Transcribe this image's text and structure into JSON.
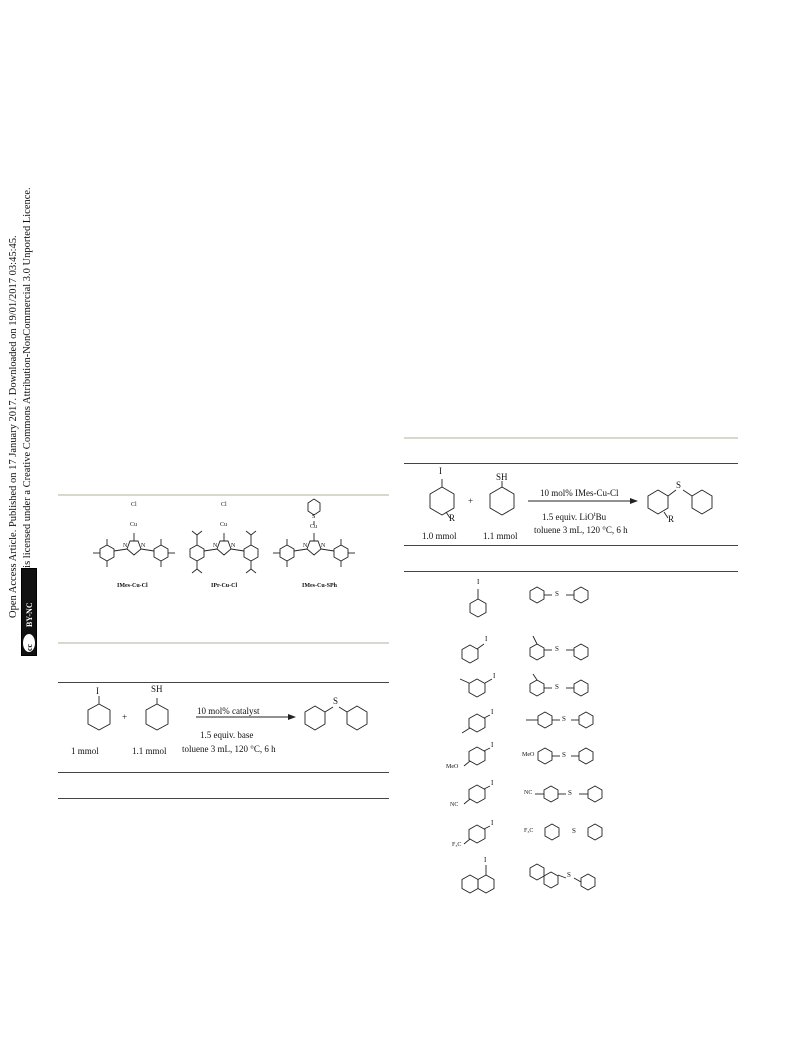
{
  "sidebar": {
    "line1": "Open Access Article. Published on 17 January 2017. Downloaded on 19/01/2017 03:45:45.",
    "line2": "This article is licensed under a Creative Commons Attribution-NonCommercial 3.0 Unported Licence.",
    "badge_cc": "cc",
    "badge_text": "BY-NC"
  },
  "catalysts": {
    "items": [
      {
        "name": "IMes-Cu-Cl",
        "cu": "Cu",
        "x": "Cl"
      },
      {
        "name": "IPr-Cu-Cl",
        "cu": "Cu",
        "x": "Cl"
      },
      {
        "name": "IMes-Cu-SPh",
        "cu": "Cu",
        "x": "S"
      }
    ],
    "n": "N"
  },
  "scheme1": {
    "reagent1_sub": "I",
    "reagent1": "1 mmol",
    "plus": "+",
    "reagent2_sub": "SH",
    "reagent2": "1.1 mmol",
    "above_arrow": "10 mol% catalyst",
    "below_arrow1": "1.5 equiv. base",
    "below_arrow2": "toluene 3 mL, 120 °C, 6 h",
    "product_s": "S"
  },
  "scheme2": {
    "reagent1_sub": "I",
    "reagent1_r": "R",
    "reagent1": "1.0 mmol",
    "plus": "+",
    "reagent2_sub": "SH",
    "reagent2": "1.1 mmol",
    "above_arrow": "10 mol% IMes-Cu-Cl",
    "below_arrow1_pre": "1.5 equiv. LiO",
    "below_arrow1_sup": "t",
    "below_arrow1_post": "Bu",
    "below_arrow2": "toluene 3 mL, 120 °C, 6 h",
    "product_s": "S",
    "product_r": "R"
  },
  "substrates": {
    "i": "I",
    "s": "S",
    "meo": "MeO",
    "nc": "NC",
    "f3c": "F₃C"
  }
}
